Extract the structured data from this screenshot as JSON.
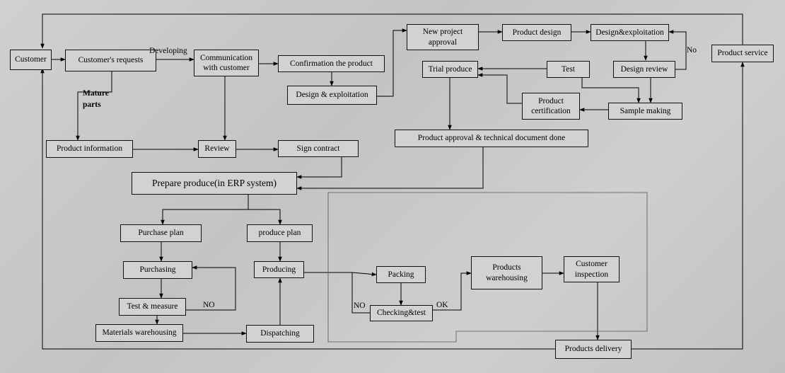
{
  "nodes": {
    "customer": "Customer",
    "customers_requests": "Customer's requests",
    "communication": "Communication with customer",
    "confirmation": "Confirmation the product",
    "design_exploitation_1": "Design & exploitation",
    "new_project_approval": "New project approval",
    "product_design": "Product design",
    "design_exploitation_2": "Design&exploitation",
    "design_review": "Design review",
    "product_service": "Product service",
    "trial_produce": "Trial produce",
    "test": "Test",
    "product_certification": "Product certification",
    "sample_making": "Sample making",
    "product_approval": "Product approval & technical document done",
    "product_information": "Product information",
    "review": "Review",
    "sign_contract": "Sign contract",
    "prepare_produce": "Prepare produce(in ERP system)",
    "purchase_plan": "Purchase plan",
    "produce_plan": "produce plan",
    "purchasing": "Purchasing",
    "producing": "Producing",
    "test_measure": "Test & measure",
    "materials_warehousing": "Materials warehousing",
    "dispatching": "Dispatching",
    "packing": "Packing",
    "checking_test": "Checking&test",
    "products_warehousing": "Products warehousing",
    "customer_inspection": "Customer inspection",
    "products_delivery": "Products delivery"
  },
  "labels": {
    "developing": "Developing",
    "mature_parts": "Mature parts",
    "no_review": "No",
    "no_test": "NO",
    "no_check": "NO",
    "ok": "OK"
  }
}
